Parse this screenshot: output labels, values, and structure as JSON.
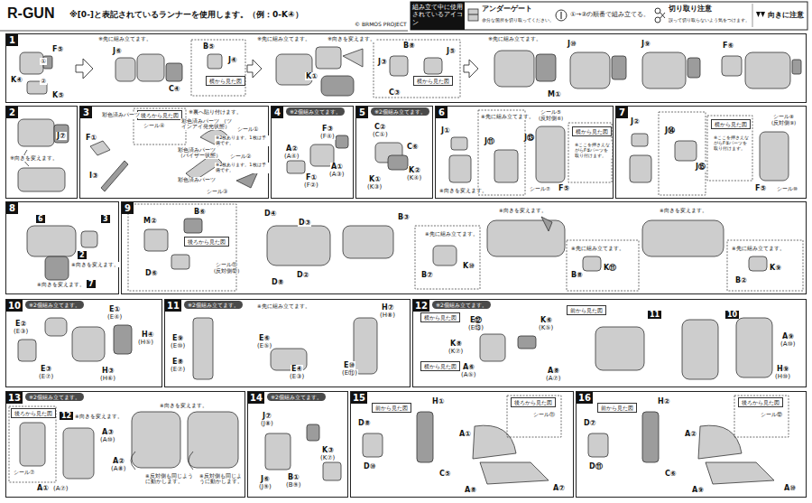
{
  "diagram": {
    "title": "R-GUN",
    "nodes": [
      {
        "text": [
          "組み立て中に使用されているアイコン"
        ]
      },
      {
        "text": [
          "1"
        ]
      },
      {
        "text": [
          "横から見た図"
        ],
        "in": 1
      },
      {
        "text": [
          "横から見た図"
        ],
        "in": 1
      },
      {
        "text": [
          "2"
        ]
      },
      {
        "text": [
          "3"
        ]
      },
      {
        "text": [
          "後ろから見た図"
        ],
        "in": 5
      },
      {
        "text": [
          "4",
          "※2個組み立てます。"
        ]
      },
      {
        "text": [
          "5",
          "※2個組み立てます。"
        ]
      },
      {
        "text": [
          "6"
        ]
      },
      {
        "text": [
          "横から見た図"
        ],
        "in": 9
      },
      {
        "text": [
          "7"
        ]
      },
      {
        "text": [
          "横から見た図"
        ],
        "in": 11
      },
      {
        "text": [
          "8"
        ]
      },
      {
        "text": [
          "9"
        ]
      },
      {
        "text": [
          "後ろから見た図"
        ],
        "in": 14
      },
      {
        "text": [
          "10",
          "※2個組み立てます。"
        ]
      },
      {
        "text": [
          "11",
          "※2個組み立てます。"
        ]
      },
      {
        "text": [
          "12",
          "※2個組み立てます。"
        ]
      },
      {
        "text": [
          "横から見た図"
        ],
        "in": 18
      },
      {
        "text": [
          "横から見た図"
        ],
        "in": 18
      },
      {
        "text": [
          "前から見た図"
        ],
        "in": 18
      },
      {
        "text": [
          "13",
          "※2個組み立てます。"
        ]
      },
      {
        "text": [
          "後ろから見た図"
        ],
        "in": 22
      },
      {
        "text": [
          "14",
          "※2個組み立てます。"
        ]
      },
      {
        "text": [
          "15"
        ]
      },
      {
        "text": [
          "前から見た図"
        ],
        "in": 25
      },
      {
        "text": [
          "後ろから見た図"
        ],
        "in": 25
      },
      {
        "text": [
          "16"
        ]
      },
      {
        "text": [
          "前から見た図"
        ],
        "in": 28
      },
      {
        "text": [
          "後ろから見た図"
        ],
        "in": 28
      }
    ],
    "labels": [
      "※[0-]と表記されているランナーを使用します。（例：0-K④）",
      "© BRMOS PROJECT",
      "アンダーゲート",
      "余分な箇所を切り取ってください。",
      "①→②の順番で組み立てる。",
      "切り取り注意",
      "誤って切り取らないよう気をつけます。",
      "向きに注意",
      "F⑤",
      "①",
      "K④",
      "②",
      "K⑤",
      "※先に組み立てます。",
      "J⑥",
      "C④",
      "B⑤",
      "J④",
      "※先に組み立てます。",
      "※向きを変えます。",
      "K①",
      "B⑧",
      "J③",
      "C③",
      "J⑤",
      "※先に組み立てます。",
      "J⑩",
      "M①",
      "J⑨",
      "F⑥",
      "J⑦",
      "※向きを変えます。",
      "F①",
      "彩色済みパーツ",
      "シール④",
      "※裏へ貼り付けます。",
      "彩色済みパーツ （ツインアイ発光状態）",
      "シール①",
      "※2枚あります。1枚は予備です。",
      "彩色済みパーツ （バイザー状態）",
      "シール②",
      "※2枚あります。1枚は予備です。",
      "彩色済みパーツ",
      "シール③",
      "I③",
      "F③",
      "(F④)",
      "A②",
      "(A④)",
      "F①",
      "(F②)",
      "A①",
      "(A③)",
      "C②",
      "(C①)",
      "C⑥",
      "K①",
      "(K③)",
      "K②",
      "(K④)",
      "J①",
      "※向きを変えます。",
      "※先に組み立てます。",
      "J⑪",
      "J⑬",
      "シール⑤",
      "(反対側⑥)",
      "※ここを押さえながらF⑤パーツを取り付けます。",
      "シール⑦",
      "F⑤",
      "J②",
      "J⑭",
      "J⑮",
      "※ここを押さえながらF⑤パーツを取り付けます。",
      "シール⑧",
      "(反対側⑨)",
      "F⑤",
      "シール⑩",
      "6",
      "3",
      "2",
      "※向きを変えます。",
      "※向きを変えます。",
      "7",
      "M②",
      "B⑥",
      "D⑥",
      "シール⑪",
      "(反対側⑫)",
      "D④",
      "D⑧",
      "D③",
      "D②",
      "B③",
      "※先に組み立てます。",
      "B⑦",
      "K⑩",
      "※向きを変えます。",
      "※先に組み立てます。",
      "B⑧",
      "K⑪",
      "※向きを変えます。",
      "※先に組み立てます。",
      "K⑨",
      "B②",
      "E②",
      "(E③)",
      "E①",
      "(E④)",
      "E③",
      "(E⑦)",
      "H④",
      "(H⑤)",
      "H③",
      "(H⑥)",
      "E⑨",
      "(E⑩)",
      "E⑧",
      "(E⑦)",
      "※先に組み立てます。",
      "H⑦",
      "(H⑧)",
      "E⑥",
      "(E⑤)",
      "E④",
      "(E③)",
      "E⑩",
      "(E⑪)",
      "E⑫",
      "(E⑬)",
      "K⑧",
      "(K⑦)",
      "A⑥",
      "(A⑤)",
      "K⑥",
      "(K⑤)",
      "A⑧",
      "(A⑦)",
      "11",
      "10",
      "A⑨",
      "(A⑩)",
      "H⑨",
      "(H⑩)",
      "シール⑦",
      "12",
      "※向きを変えます。",
      "A③",
      "(A⑩)",
      "A①",
      "(A⑦)",
      "A②",
      "(A⑧)",
      "※向きを変えます。",
      "※反対側も同じように動かします。",
      "※反対側も同じように動かします。",
      "J⑦",
      "(J⑧)",
      "K③",
      "(K⑦)",
      "J⑥",
      "(J⑨)",
      "B①",
      "(B⑨)",
      "D⑧",
      "D⑩",
      "H①",
      "C⑤",
      "A①",
      "シール⑪",
      "A⑧",
      "A⑦",
      "D⑦",
      "D⑪",
      "H②",
      "C⑥",
      "A②",
      "シール⑫",
      "A⑨",
      "A⑩"
    ]
  }
}
